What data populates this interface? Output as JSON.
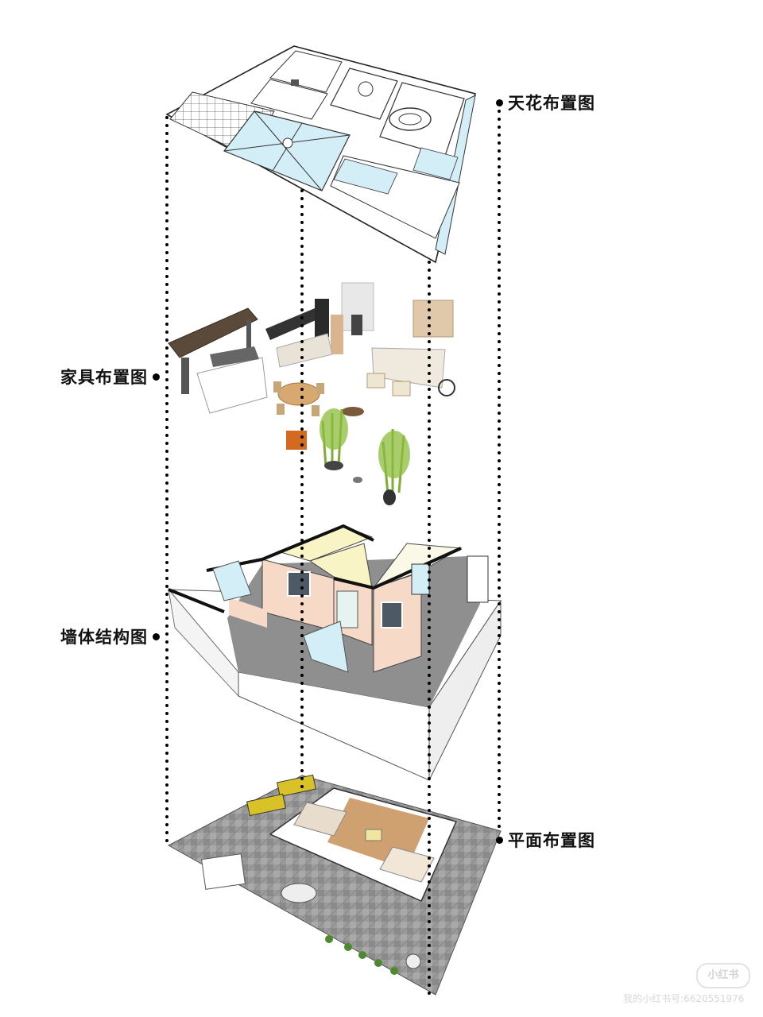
{
  "labels": {
    "ceiling": "天花布置图",
    "furniture": "家具布置图",
    "wall": "墙体结构图",
    "floor": "平面布置图"
  },
  "watermark": {
    "logo": "小红书",
    "id": "我的小红书号:6620551976"
  },
  "colors": {
    "wall_pink": "#f6d9c6",
    "wall_yellow": "#f8f4c6",
    "floor_gray": "#8f8f8f",
    "floor_wood": "#cfa070",
    "glass": "#d3eef6",
    "pavement": "#9b9b9b",
    "bamboo": "#7fae34"
  }
}
